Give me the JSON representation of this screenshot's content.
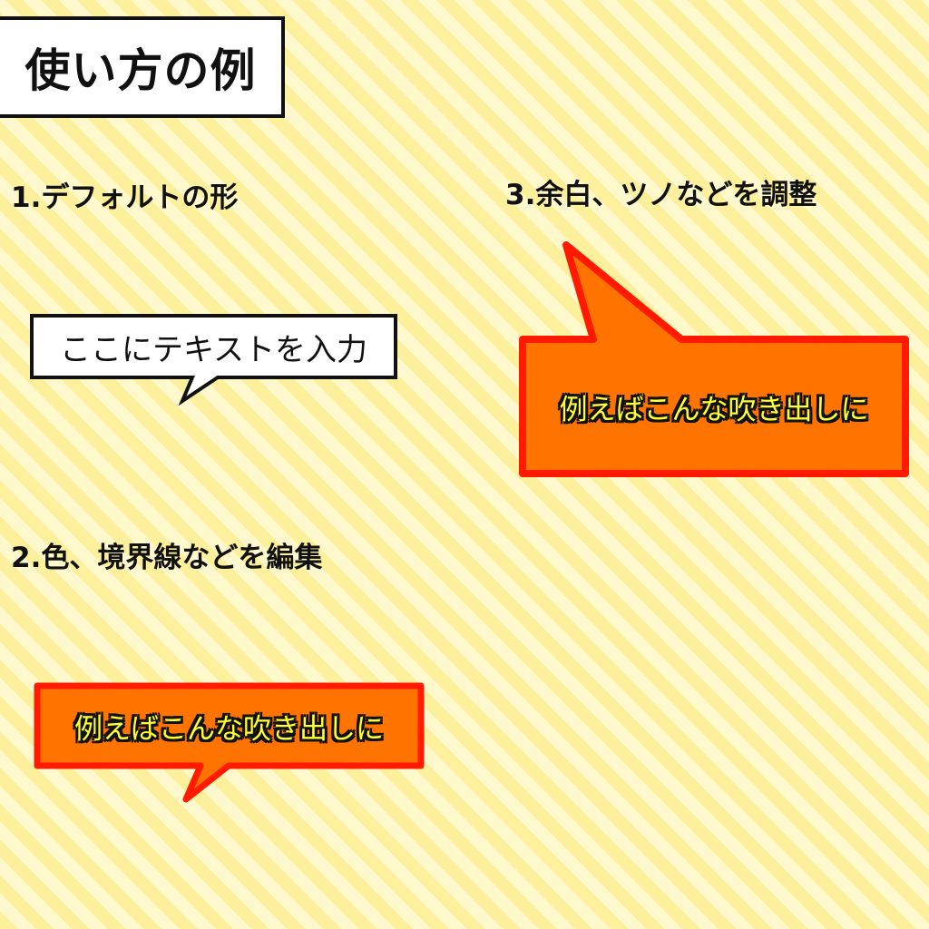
{
  "title": "使い方の例",
  "sections": [
    {
      "heading": "1.デフォルトの形",
      "bubble_text": "ここにテキストを入力"
    },
    {
      "heading": "2.色、境界線などを編集",
      "bubble_text": "例えばこんな吹き出しに"
    },
    {
      "heading": "3.余白、ツノなどを調整",
      "bubble_text": "例えばこんな吹き出しに"
    }
  ],
  "colors": {
    "stripe_dark": "#fdf09c",
    "stripe_light": "#fef8cc",
    "bubble_default_fill": "#ffffff",
    "bubble_default_border": "#111111",
    "bubble_fancy_fill": "#ff7400",
    "bubble_fancy_border": "#ff1a00",
    "bubble_fancy_text": "#ffff33"
  }
}
